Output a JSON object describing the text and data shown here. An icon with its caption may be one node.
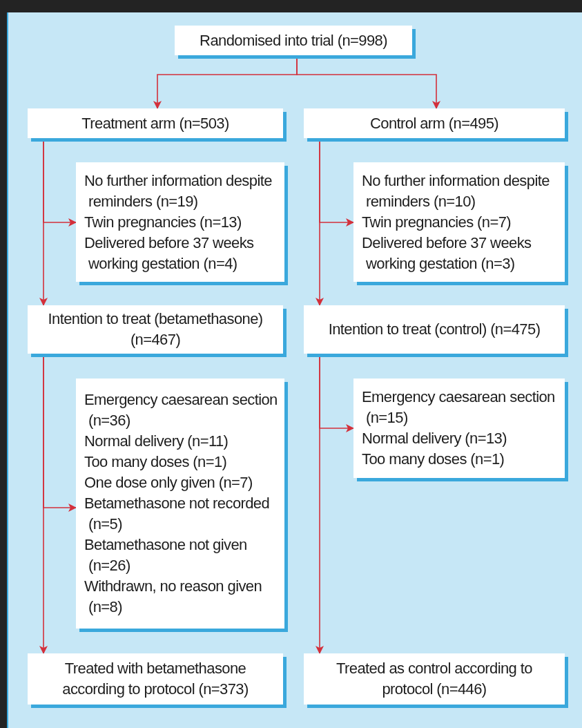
{
  "diagram": {
    "nodes": [
      {
        "text": [
          "Randomised into trial (n=998)"
        ]
      },
      {
        "text": [
          "Treatment arm (n=503)"
        ]
      },
      {
        "text": [
          "Control arm (n=495)"
        ]
      },
      {
        "text": [
          "No further information despite reminders (n=19)",
          "Twin pregnancies (n=13)",
          "Delivered before 37 weeks working gestation (n=4)"
        ]
      },
      {
        "text": [
          "No further information despite reminders (n=10)",
          "Twin pregnancies (n=7)",
          "Delivered before 37 weeks working gestation (n=3)"
        ]
      },
      {
        "text": [
          "Intention to treat (betamethasone) (n=467)"
        ]
      },
      {
        "text": [
          "Intention to treat (control) (n=475)"
        ]
      },
      {
        "text": [
          "Emergency caesarean section (n=36)",
          "Normal delivery (n=11)",
          "Too many doses (n=1)",
          "One dose only given (n=7)",
          "Betamethasone not recorded (n=5)",
          "Betamethasone not given (n=26)",
          "Withdrawn, no reason given (n=8)"
        ]
      },
      {
        "text": [
          "Emergency caesarean section (n=15)",
          "Normal delivery (n=13)",
          "Too many doses (n=1)"
        ]
      },
      {
        "text": [
          "Treated with betamethasone according to protocol (n=373)"
        ]
      },
      {
        "text": [
          "Treated as control according to protocol (n=446)"
        ]
      }
    ],
    "edges": [
      {
        "from": 0,
        "to": 1,
        "arrow": "to"
      },
      {
        "from": 0,
        "to": 2,
        "arrow": "to"
      },
      {
        "from": 1,
        "to": 3,
        "arrow": "to"
      },
      {
        "from": 1,
        "to": 5,
        "arrow": "to"
      },
      {
        "from": 2,
        "to": 4,
        "arrow": "to"
      },
      {
        "from": 2,
        "to": 6,
        "arrow": "to"
      },
      {
        "from": 5,
        "to": 7,
        "arrow": "to"
      },
      {
        "from": 5,
        "to": 9,
        "arrow": "to"
      },
      {
        "from": 6,
        "to": 8,
        "arrow": "to"
      },
      {
        "from": 6,
        "to": 10,
        "arrow": "to"
      }
    ]
  }
}
